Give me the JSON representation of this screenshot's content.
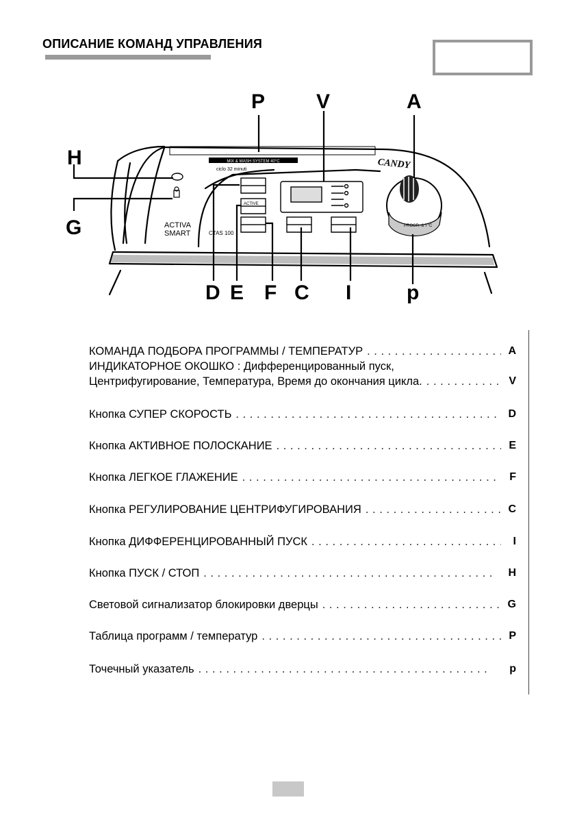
{
  "header": {
    "title": "ОПИСАНИЕ КОМАНД УПРАВЛЕНИЯ"
  },
  "diagram": {
    "callouts_top": [
      "P",
      "V",
      "A"
    ],
    "callouts_left": [
      "H",
      "G"
    ],
    "callouts_bottom": [
      "D",
      "E",
      "F",
      "C",
      "I",
      "p"
    ],
    "brand": "CANDY",
    "model_line1": "ACTIVA",
    "model_line2": "SMART",
    "model_code": "CTAS 100",
    "panel_banner": "MIX & WASH SYSTEM 40°C",
    "panel_cycle": "ciclo 32 minuti",
    "knob_label": "PROGR. & T°C",
    "button_e_label": "ACTIVE"
  },
  "legend": {
    "rows": [
      {
        "label": "КОМАНДА ПОДБОРА ПРОГРАММЫ / ТЕМПЕРАТУР",
        "key": "A"
      },
      {
        "label": "ИНДИКАТОРНОЕ ОКОШКО : Дифференцированный пуск,",
        "key": ""
      },
      {
        "label": "Центрифугирование, Температура, Время до окончания цикла.",
        "key": "V"
      },
      {
        "label": "Кнопка СУПЕР СКОРОСТЬ",
        "key": "D"
      },
      {
        "label": "Кнопка  АКТИВНОЕ ПОЛОСКАНИЕ",
        "key": "E"
      },
      {
        "label": "Кнопка ЛЕГКОЕ ГЛАЖЕНИЕ",
        "key": "F"
      },
      {
        "label": "Кнопка РЕГУЛИРОВАНИЕ  ЦЕНТРИФУГИРОВАНИЯ",
        "key": "C"
      },
      {
        "label": "Кнопка ДИФФЕРЕНЦИРОВАННЫЙ ПУСК",
        "key": "I"
      },
      {
        "label": "Кнопка ПУСК / СТОП",
        "key": "H"
      },
      {
        "label": "Световой сигнализатор блокировки дверцы",
        "key": "G"
      },
      {
        "label": "Таблица программ / температур",
        "key": "P"
      },
      {
        "label": "Точечный указатель",
        "key": "p"
      }
    ]
  }
}
